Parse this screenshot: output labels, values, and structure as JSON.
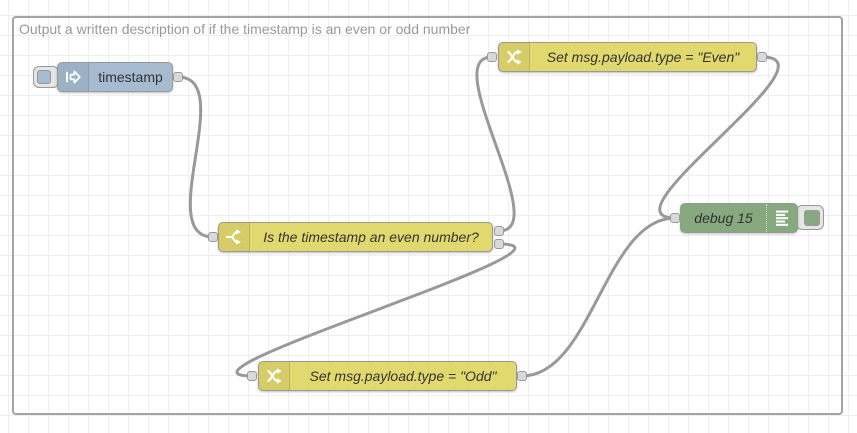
{
  "workspace": {
    "background": "#ffffff",
    "grid_color": "#eeeeee"
  },
  "group": {
    "label": "Output a written description of if the timestamp is an even or odd number",
    "border_color": "#a3a3a3",
    "label_color": "#999999"
  },
  "nodes": {
    "inject": {
      "type": "inject",
      "label": "timestamp",
      "color": "#a6bbcf",
      "icon": "inject-arrow-icon",
      "has_button": true
    },
    "switch": {
      "type": "switch",
      "label": "Is the timestamp an even number?",
      "color": "#e2d96e",
      "icon": "switch-fork-icon",
      "outputs": 2
    },
    "changeEven": {
      "type": "change",
      "label": "Set msg.payload.type = \"Even\"",
      "color": "#e2d96e",
      "icon": "change-shuffle-icon"
    },
    "changeOdd": {
      "type": "change",
      "label": "Set msg.payload.type = \"Odd\"",
      "color": "#e2d96e",
      "icon": "change-shuffle-icon"
    },
    "debug": {
      "type": "debug",
      "label": "debug 15",
      "color": "#87a980",
      "icon": "debug-output-icon",
      "has_toggle_button": true
    }
  },
  "wires": [
    {
      "from": "inject",
      "to": "switch"
    },
    {
      "from": "switch",
      "output": 1,
      "to": "changeEven"
    },
    {
      "from": "switch",
      "output": 2,
      "to": "changeOdd"
    },
    {
      "from": "changeEven",
      "to": "debug"
    },
    {
      "from": "changeOdd",
      "to": "debug"
    }
  ],
  "palette": {
    "wire_color": "#999999",
    "node_border": "#999999",
    "port_fill": "#d9d9d9",
    "label_color": "#333333"
  }
}
